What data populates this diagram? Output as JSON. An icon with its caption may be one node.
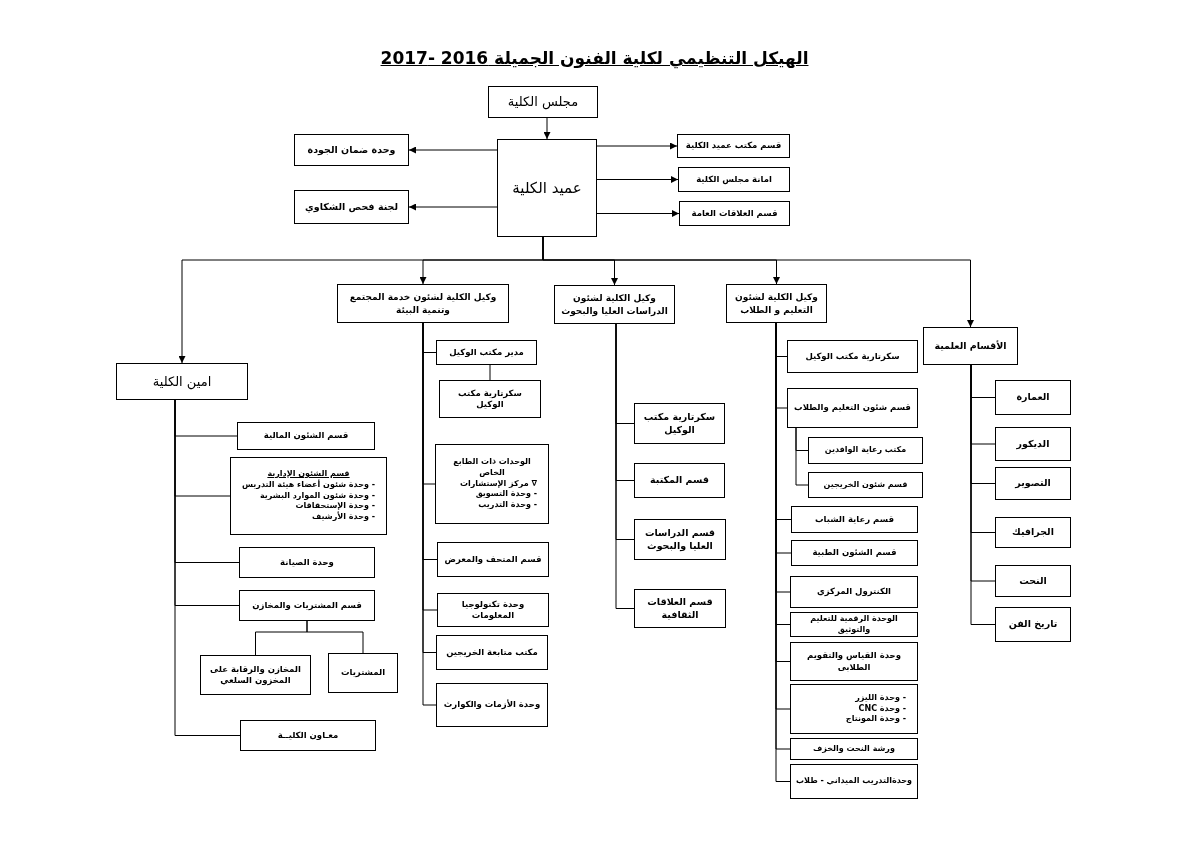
{
  "diagram": {
    "title": "الهيكل التنظيمي لكلية الفنون الجميلة 2016  -2017",
    "nodes": [
      {
        "text": [
          "مجلس الكلية"
        ]
      },
      {
        "text": [
          "عميد الكلية"
        ]
      },
      {
        "text": [
          "وحدة ضمان الجودة"
        ]
      },
      {
        "text": [
          "لجنة فحص الشكاوي"
        ]
      },
      {
        "text": [
          "قسم مكتب عميد الكلية"
        ]
      },
      {
        "text": [
          "امانة مجلس الكلية"
        ]
      },
      {
        "text": [
          "قسم  العلاقات العامة"
        ]
      },
      {
        "text": [
          "امين الكلية"
        ]
      },
      {
        "text": [
          "وكيل الكلية لشئون خدمة المجتمع وتنمية البيئة"
        ]
      },
      {
        "text": [
          "وكيل الكلية لشئون الدراسات العليا والبحوث"
        ]
      },
      {
        "text": [
          "وكيل الكلية لشئون التعليم و الطلاب"
        ]
      },
      {
        "text": [
          "الأقسام العلمية"
        ]
      },
      {
        "text": [
          "قسم الشئون المالية"
        ]
      },
      {
        "text": [
          "قسم الشئون الإدارية",
          "- وحدة شئون أعضاء هيئة التدريس",
          "- وحدة شئون الموارد البشرية",
          "- وحدة الإستحقاقات",
          "- وحدة الأرشيف"
        ]
      },
      {
        "text": [
          "وحدة الصيانة"
        ]
      },
      {
        "text": [
          "قسم المشتريات  والمخازن"
        ]
      },
      {
        "text": [
          "المخازن والرقابة على المخزون السلعي"
        ]
      },
      {
        "text": [
          "المشتريات"
        ]
      },
      {
        "text": [
          "معـاون الكليــة"
        ]
      },
      {
        "text": [
          "مدير مكتب الوكيل"
        ]
      },
      {
        "text": [
          "سكرتارية مكتب الوكيل"
        ]
      },
      {
        "text": [
          "الوحدات ذات الطابع الخاص",
          "∇ مركز الإستشارات",
          "- وحدة التسويق",
          "- وحدة التدريب"
        ]
      },
      {
        "text": [
          "قسم المتحف والمعرض"
        ]
      },
      {
        "text": [
          "وحدة تكنولوجيا المعلومات"
        ]
      },
      {
        "text": [
          "مكتب متابعة الخريجين"
        ]
      },
      {
        "text": [
          "وحدة الأزمات والكوارث"
        ]
      },
      {
        "text": [
          "سكرتارية مكتب الوكيل"
        ]
      },
      {
        "text": [
          "قسم المكتبة"
        ]
      },
      {
        "text": [
          "قسم  الدراسات العليا والبحوث"
        ]
      },
      {
        "text": [
          "قسم العلاقات الثقافية"
        ]
      },
      {
        "text": [
          "سكرتارية مكتب الوكيل"
        ]
      },
      {
        "text": [
          "قسم شئون التعليم والطلاب"
        ]
      },
      {
        "text": [
          "مكتب رعاية الوافدين"
        ]
      },
      {
        "text": [
          "قسم شئون الخريجين"
        ]
      },
      {
        "text": [
          "قسم رعاية الشباب"
        ]
      },
      {
        "text": [
          "قسم الشئون الطبية"
        ]
      },
      {
        "text": [
          "الكنترول المركزي"
        ]
      },
      {
        "text": [
          "الوحدة الرقمية للتعليم والتوثيق"
        ]
      },
      {
        "text": [
          "وحدة القياس والتقويم الطلابى"
        ]
      },
      {
        "text": [
          "- وحدة الليزر",
          "- وحدة CNC",
          "- وحدة المونتاج"
        ]
      },
      {
        "text": [
          "ورشة النحت والخزف"
        ]
      },
      {
        "text": [
          "وحدةالتدريب الميداني - طلاب"
        ]
      },
      {
        "text": [
          "العمارة"
        ]
      },
      {
        "text": [
          "الديكور"
        ]
      },
      {
        "text": [
          "التصوير"
        ]
      },
      {
        "text": [
          "الجرافيك"
        ]
      },
      {
        "text": [
          "النحت"
        ]
      },
      {
        "text": [
          "تاريخ الفن"
        ]
      }
    ],
    "edges": [
      {
        "from": 0,
        "to": 1,
        "arrow": "to"
      },
      {
        "from": 1,
        "to": 2,
        "arrow": "to"
      },
      {
        "from": 1,
        "to": 3,
        "arrow": "to"
      },
      {
        "from": 1,
        "to": 4,
        "arrow": "to"
      },
      {
        "from": 1,
        "to": 5,
        "arrow": "to"
      },
      {
        "from": 1,
        "to": 6,
        "arrow": "to"
      },
      {
        "from": 1,
        "to": 7,
        "arrow": "to"
      },
      {
        "from": 1,
        "to": 8,
        "arrow": "to"
      },
      {
        "from": 1,
        "to": 9,
        "arrow": "to"
      },
      {
        "from": 1,
        "to": 10,
        "arrow": "to"
      },
      {
        "from": 1,
        "to": 11,
        "arrow": "to"
      },
      {
        "from": 7,
        "to": 12,
        "arrow": "none"
      },
      {
        "from": 7,
        "to": 13,
        "arrow": "none"
      },
      {
        "from": 7,
        "to": 14,
        "arrow": "none"
      },
      {
        "from": 7,
        "to": 15,
        "arrow": "none"
      },
      {
        "from": 15,
        "to": 16,
        "arrow": "none"
      },
      {
        "from": 15,
        "to": 17,
        "arrow": "none"
      },
      {
        "from": 7,
        "to": 18,
        "arrow": "none"
      },
      {
        "from": 8,
        "to": 19,
        "arrow": "none"
      },
      {
        "from": 19,
        "to": 20,
        "arrow": "none"
      },
      {
        "from": 8,
        "to": 21,
        "arrow": "none"
      },
      {
        "from": 8,
        "to": 22,
        "arrow": "none"
      },
      {
        "from": 8,
        "to": 23,
        "arrow": "none"
      },
      {
        "from": 8,
        "to": 24,
        "arrow": "none"
      },
      {
        "from": 8,
        "to": 25,
        "arrow": "none"
      },
      {
        "from": 9,
        "to": 26,
        "arrow": "none"
      },
      {
        "from": 9,
        "to": 27,
        "arrow": "none"
      },
      {
        "from": 9,
        "to": 28,
        "arrow": "none"
      },
      {
        "from": 9,
        "to": 29,
        "arrow": "none"
      },
      {
        "from": 10,
        "to": 30,
        "arrow": "none"
      },
      {
        "from": 10,
        "to": 31,
        "arrow": "none"
      },
      {
        "from": 31,
        "to": 32,
        "arrow": "none"
      },
      {
        "from": 31,
        "to": 33,
        "arrow": "none"
      },
      {
        "from": 10,
        "to": 34,
        "arrow": "none"
      },
      {
        "from": 10,
        "to": 35,
        "arrow": "none"
      },
      {
        "from": 10,
        "to": 36,
        "arrow": "none"
      },
      {
        "from": 10,
        "to": 37,
        "arrow": "none"
      },
      {
        "from": 10,
        "to": 38,
        "arrow": "none"
      },
      {
        "from": 10,
        "to": 39,
        "arrow": "none"
      },
      {
        "from": 10,
        "to": 40,
        "arrow": "none"
      },
      {
        "from": 10,
        "to": 41,
        "arrow": "none"
      },
      {
        "from": 11,
        "to": 42,
        "arrow": "none"
      },
      {
        "from": 11,
        "to": 43,
        "arrow": "none"
      },
      {
        "from": 11,
        "to": 44,
        "arrow": "none"
      },
      {
        "from": 11,
        "to": 45,
        "arrow": "none"
      },
      {
        "from": 11,
        "to": 46,
        "arrow": "none"
      },
      {
        "from": 11,
        "to": 47,
        "arrow": "none"
      }
    ]
  }
}
